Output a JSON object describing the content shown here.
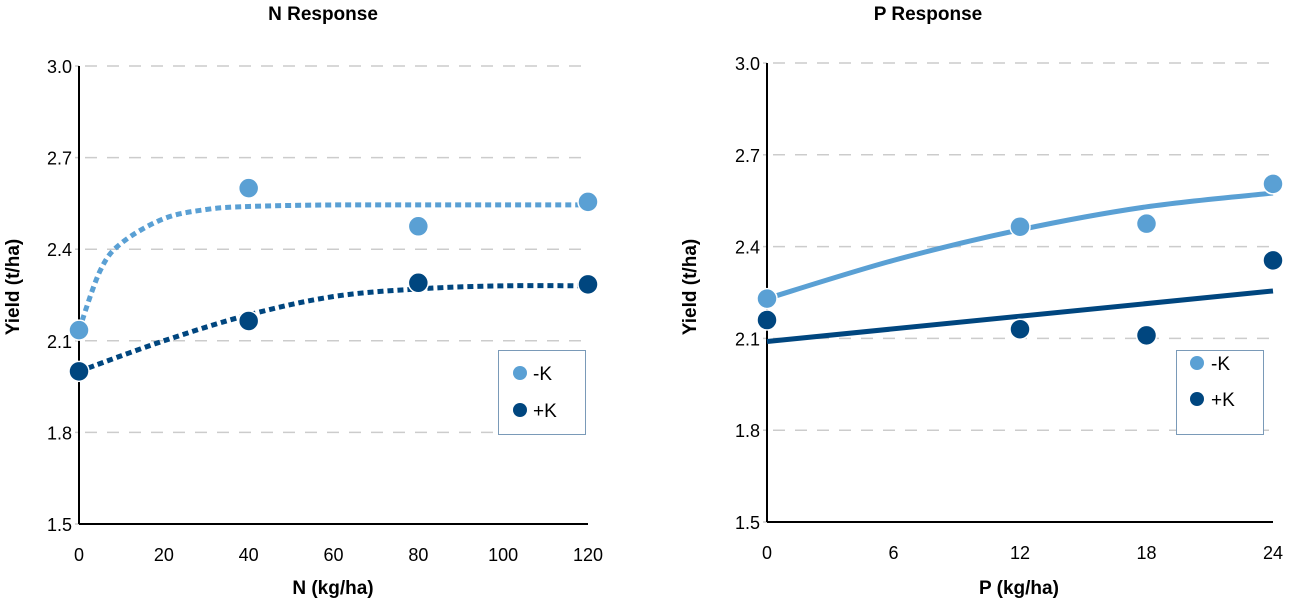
{
  "colors": {
    "minus_k": "#5aa0d4",
    "plus_k": "#00467f",
    "grid": "#cccccc",
    "legend_border": "#7a9ab8",
    "axis": "#000000"
  },
  "chart_data": [
    {
      "type": "scatter",
      "title": "N Response",
      "xlabel": "N (kg/ha)",
      "ylabel": "Yield (t/ha)",
      "xlim": [
        0,
        120
      ],
      "ylim": [
        1.5,
        3.0
      ],
      "xticks": [
        "0",
        "20",
        "40",
        "60",
        "80",
        "100",
        "120"
      ],
      "xtick_values": [
        0,
        20,
        40,
        60,
        80,
        100,
        120
      ],
      "yticks": [
        "1.5",
        "1.8",
        "2.1",
        "2.4",
        "2.7",
        "3.0"
      ],
      "ytick_values": [
        1.5,
        1.8,
        2.1,
        2.4,
        2.7,
        3.0
      ],
      "grid": "horizontal-dashed",
      "legend": {
        "position": "right-middle",
        "entries": [
          "-K",
          "+K"
        ]
      },
      "series": [
        {
          "name": "-K",
          "color_key": "minus_k",
          "x": [
            0,
            40,
            80,
            120
          ],
          "y": [
            2.135,
            2.6,
            2.475,
            2.555
          ],
          "trend": {
            "style": "dotted",
            "kind": "exponential-plateau",
            "x": [
              0,
              5,
              10,
              20,
              30,
              40,
              60,
              80,
              100,
              120
            ],
            "y": [
              2.135,
              2.33,
              2.42,
              2.5,
              2.53,
              2.54,
              2.545,
              2.545,
              2.545,
              2.545
            ]
          }
        },
        {
          "name": "+K",
          "color_key": "plus_k",
          "x": [
            0,
            40,
            80,
            120
          ],
          "y": [
            2.0,
            2.165,
            2.29,
            2.285
          ],
          "trend": {
            "style": "dotted",
            "kind": "exponential-plateau",
            "x": [
              0,
              20,
              40,
              60,
              80,
              100,
              120
            ],
            "y": [
              2.0,
              2.1,
              2.185,
              2.245,
              2.27,
              2.28,
              2.28
            ]
          }
        }
      ]
    },
    {
      "type": "scatter",
      "title": "P Response",
      "xlabel": "P (kg/ha)",
      "ylabel": "Yield (t/ha)",
      "xlim": [
        0,
        24
      ],
      "ylim": [
        1.5,
        3.0
      ],
      "xticks": [
        "0",
        "6",
        "12",
        "18",
        "24"
      ],
      "xtick_values": [
        0,
        6,
        12,
        18,
        24
      ],
      "yticks": [
        "1.5",
        "1.8",
        "2.1",
        "2.4",
        "2.7",
        "3.0"
      ],
      "ytick_values": [
        1.5,
        1.8,
        2.1,
        2.4,
        2.7,
        3.0
      ],
      "grid": "horizontal-dashed",
      "legend": {
        "position": "right-middle",
        "entries": [
          "-K",
          "+K"
        ]
      },
      "series": [
        {
          "name": "-K",
          "color_key": "minus_k",
          "x": [
            0,
            12,
            18,
            24
          ],
          "y": [
            2.23,
            2.465,
            2.475,
            2.605
          ],
          "trend": {
            "style": "solid",
            "kind": "quadratic",
            "x": [
              0,
              6,
              12,
              18,
              24
            ],
            "y": [
              2.23,
              2.355,
              2.455,
              2.53,
              2.575
            ]
          }
        },
        {
          "name": "+K",
          "color_key": "plus_k",
          "x": [
            0,
            12,
            18,
            24
          ],
          "y": [
            2.16,
            2.13,
            2.11,
            2.355
          ],
          "trend": {
            "style": "solid",
            "kind": "linear",
            "x": [
              0,
              24
            ],
            "y": [
              2.09,
              2.255
            ]
          }
        }
      ]
    }
  ]
}
